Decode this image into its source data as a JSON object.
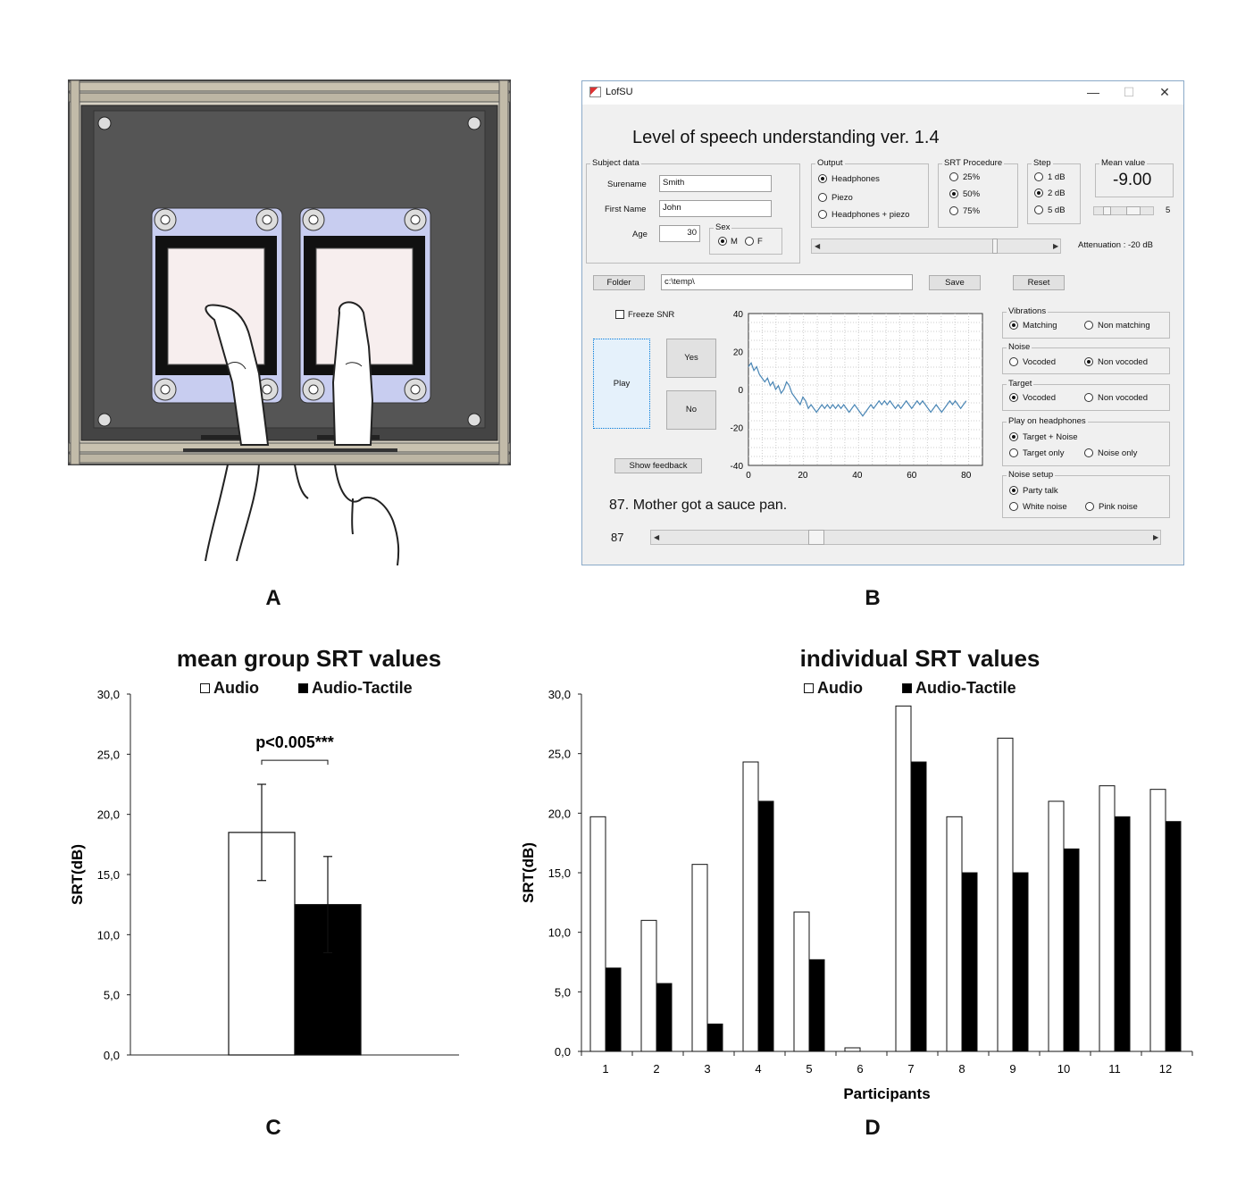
{
  "panel_labels": {
    "a": "A",
    "b": "B",
    "c": "C",
    "d": "D"
  },
  "colors": {
    "audio": "#ffffff",
    "audio_tactile": "#000000",
    "srt_trace": "#4a86b5"
  },
  "app": {
    "title": "LofSU",
    "heading": "Level of speech understanding ver. 1.4",
    "subject_data": {
      "label": "Subject data",
      "surname_label": "Surename",
      "surname_value": "Smith",
      "firstname_label": "First Name",
      "firstname_value": "John",
      "age_label": "Age",
      "age_value": "30",
      "sex_label": "Sex",
      "sex_m": "M",
      "sex_f": "F"
    },
    "output": {
      "label": "Output",
      "o1": "Headphones",
      "o2": "Piezo",
      "o3": "Headphones + piezo"
    },
    "srt_procedure": {
      "label": "SRT Procedure",
      "p1": "25%",
      "p2": "50%",
      "p3": "75%"
    },
    "step": {
      "label": "Step",
      "s1": "1 dB",
      "s2": "2 dB",
      "s3": "5 dB",
      "slider_value": "5"
    },
    "mean_value": {
      "label": "Mean value",
      "value": "-9.00"
    },
    "attenuation": "Attenuation :  -20   dB",
    "folder_button": "Folder",
    "folder_path": "c:\\temp\\",
    "save_button": "Save",
    "reset_button": "Reset",
    "freeze_snr": "Freeze SNR",
    "play_button": "Play",
    "yes_button": "Yes",
    "no_button": "No",
    "show_feedback_button": "Show feedback",
    "plot": {
      "x_ticks": [
        "0",
        "20",
        "40",
        "60",
        "80"
      ],
      "y_ticks": [
        "40",
        "20",
        "0",
        "-20",
        "-40"
      ],
      "trace": [
        12,
        14,
        10,
        12,
        8,
        6,
        4,
        6,
        2,
        4,
        0,
        2,
        -2,
        0,
        4,
        2,
        -2,
        -4,
        -6,
        -8,
        -4,
        -6,
        -10,
        -8,
        -10,
        -12,
        -10,
        -8,
        -10,
        -8,
        -10,
        -8,
        -10,
        -8,
        -10,
        -8,
        -10,
        -12,
        -10,
        -8,
        -10,
        -12,
        -14,
        -12,
        -10,
        -8,
        -10,
        -8,
        -6,
        -8,
        -6,
        -8,
        -6,
        -8,
        -10,
        -8,
        -10,
        -8,
        -6,
        -8,
        -10,
        -8,
        -6,
        -8,
        -6,
        -8,
        -10,
        -12,
        -10,
        -8,
        -10,
        -12,
        -10,
        -8,
        -6,
        -8,
        -6,
        -8,
        -10,
        -8,
        -6
      ]
    },
    "sentence": "87. Mother got a sauce pan.",
    "sentence_index": "87",
    "vibrations": {
      "label": "Vibrations",
      "a": "Matching",
      "b": "Non matching"
    },
    "noise": {
      "label": "Noise",
      "a": "Vocoded",
      "b": "Non vocoded"
    },
    "target": {
      "label": "Target",
      "a": "Vocoded",
      "b": "Non vocoded"
    },
    "play_on_headphones": {
      "label": "Play on headphones",
      "a": "Target + Noise",
      "b": "Target only",
      "c": "Noise only"
    },
    "noise_setup": {
      "label": "Noise setup",
      "a": "Party talk",
      "b": "White noise",
      "c": "Pink noise"
    }
  },
  "chart_data": [
    {
      "type": "bar",
      "title": "mean group SRT values",
      "ylabel": "SRT(dB)",
      "xlabel": "",
      "ylim": [
        0,
        30
      ],
      "y_ticks": [
        "0,0",
        "5,0",
        "10,0",
        "15,0",
        "20,0",
        "25,0",
        "30,0"
      ],
      "legend_position": "top",
      "annotation": "p<0.005***",
      "series": [
        {
          "name": "Audio",
          "values": [
            18.5
          ],
          "error": [
            4.0
          ]
        },
        {
          "name": "Audio-Tactile",
          "values": [
            12.5
          ],
          "error": [
            4.0
          ]
        }
      ]
    },
    {
      "type": "bar",
      "title": "individual SRT values",
      "ylabel": "SRT(dB)",
      "xlabel": "Participants",
      "ylim": [
        0,
        30
      ],
      "y_ticks": [
        "0,0",
        "5,0",
        "10,0",
        "15,0",
        "20,0",
        "25,0",
        "30,0"
      ],
      "legend_position": "top",
      "categories": [
        "1",
        "2",
        "3",
        "4",
        "5",
        "6",
        "7",
        "8",
        "9",
        "10",
        "11",
        "12"
      ],
      "series": [
        {
          "name": "Audio",
          "values": [
            19.7,
            11.0,
            15.7,
            24.3,
            11.7,
            0.3,
            29.0,
            19.7,
            26.3,
            21.0,
            22.3,
            22.0
          ]
        },
        {
          "name": "Audio-Tactile",
          "values": [
            7.0,
            5.7,
            2.3,
            21.0,
            7.7,
            0,
            24.3,
            15.0,
            15.0,
            17.0,
            19.7,
            19.3
          ]
        }
      ]
    }
  ]
}
